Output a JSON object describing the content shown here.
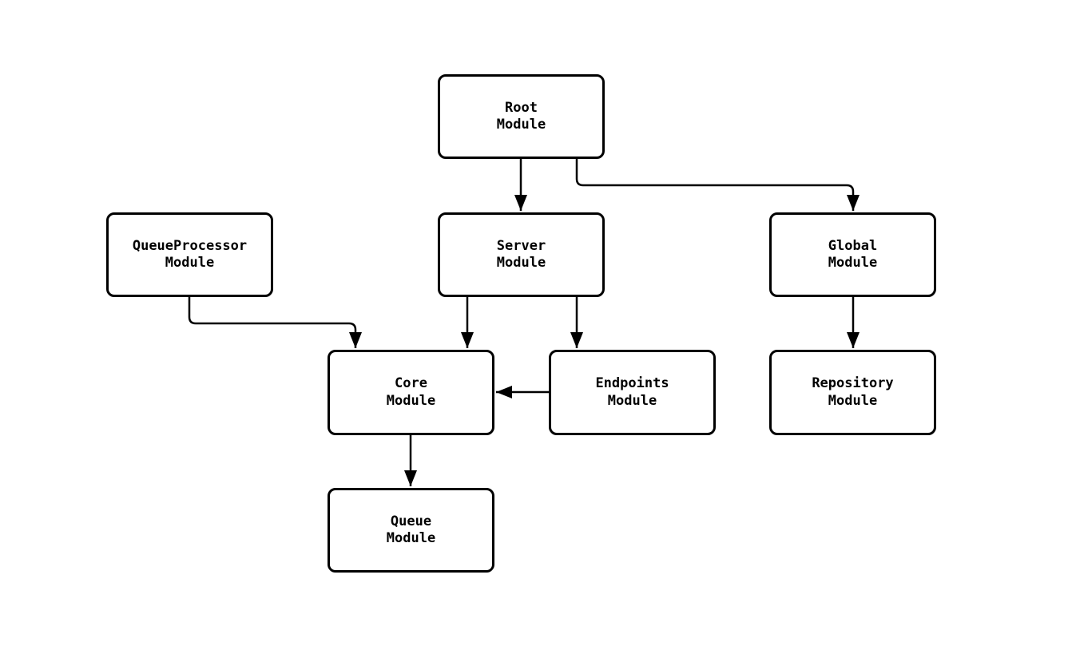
{
  "diagram": {
    "type": "flowchart",
    "colors": {
      "background": "#ffffff",
      "node_fill": "#ffffff",
      "node_border": "#000000",
      "edge_stroke": "#000000",
      "text": "#000000"
    },
    "nodes": {
      "root": {
        "label": "Root\nModule"
      },
      "queueprocessor": {
        "label": "QueueProcessor\nModule"
      },
      "server": {
        "label": "Server\nModule"
      },
      "global": {
        "label": "Global\nModule"
      },
      "core": {
        "label": "Core\nModule"
      },
      "endpoints": {
        "label": "Endpoints\nModule"
      },
      "repository": {
        "label": "Repository\nModule"
      },
      "queue": {
        "label": "Queue\nModule"
      }
    },
    "edges": [
      {
        "from": "Root Module",
        "to": "Server Module"
      },
      {
        "from": "Root Module",
        "to": "Global Module"
      },
      {
        "from": "QueueProcessor Module",
        "to": "Core Module"
      },
      {
        "from": "Server Module",
        "to": "Core Module"
      },
      {
        "from": "Server Module",
        "to": "Endpoints Module"
      },
      {
        "from": "Endpoints Module",
        "to": "Core Module"
      },
      {
        "from": "Global Module",
        "to": "Repository Module"
      },
      {
        "from": "Core Module",
        "to": "Queue Module"
      }
    ]
  }
}
